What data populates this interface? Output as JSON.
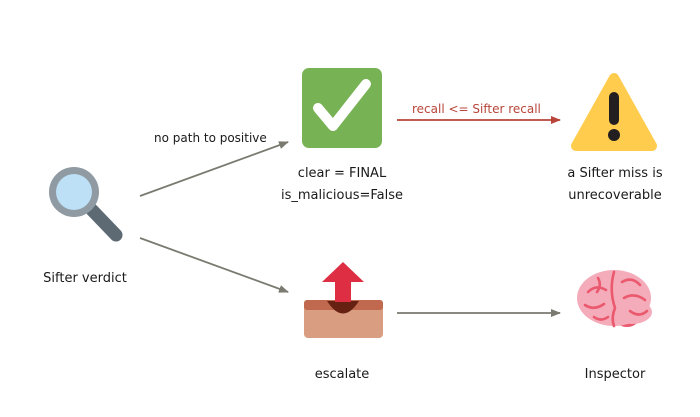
{
  "nodes": {
    "sifter": {
      "label": "Sifter verdict",
      "icon": "magnifying-glass-icon"
    },
    "clear": {
      "line1": "clear = FINAL",
      "line2": "is_malicious=False",
      "icon": "check-mark-icon"
    },
    "escalate": {
      "label": "escalate",
      "icon": "outbox-tray-icon"
    },
    "miss": {
      "line1": "a Sifter miss is",
      "line2": "unrecoverable",
      "icon": "warning-icon"
    },
    "inspector": {
      "label": "Inspector",
      "icon": "brain-icon"
    }
  },
  "edges": {
    "sifter_to_clear": {
      "label": "no path to positive",
      "color": "#7a7a70"
    },
    "sifter_to_escalate": {
      "label": "",
      "color": "#7a7a70"
    },
    "clear_to_miss": {
      "label": "recall <= Sifter recall",
      "color": "#b8453a"
    },
    "escalate_to_inspector": {
      "label": "",
      "color": "#7a7a70"
    }
  }
}
